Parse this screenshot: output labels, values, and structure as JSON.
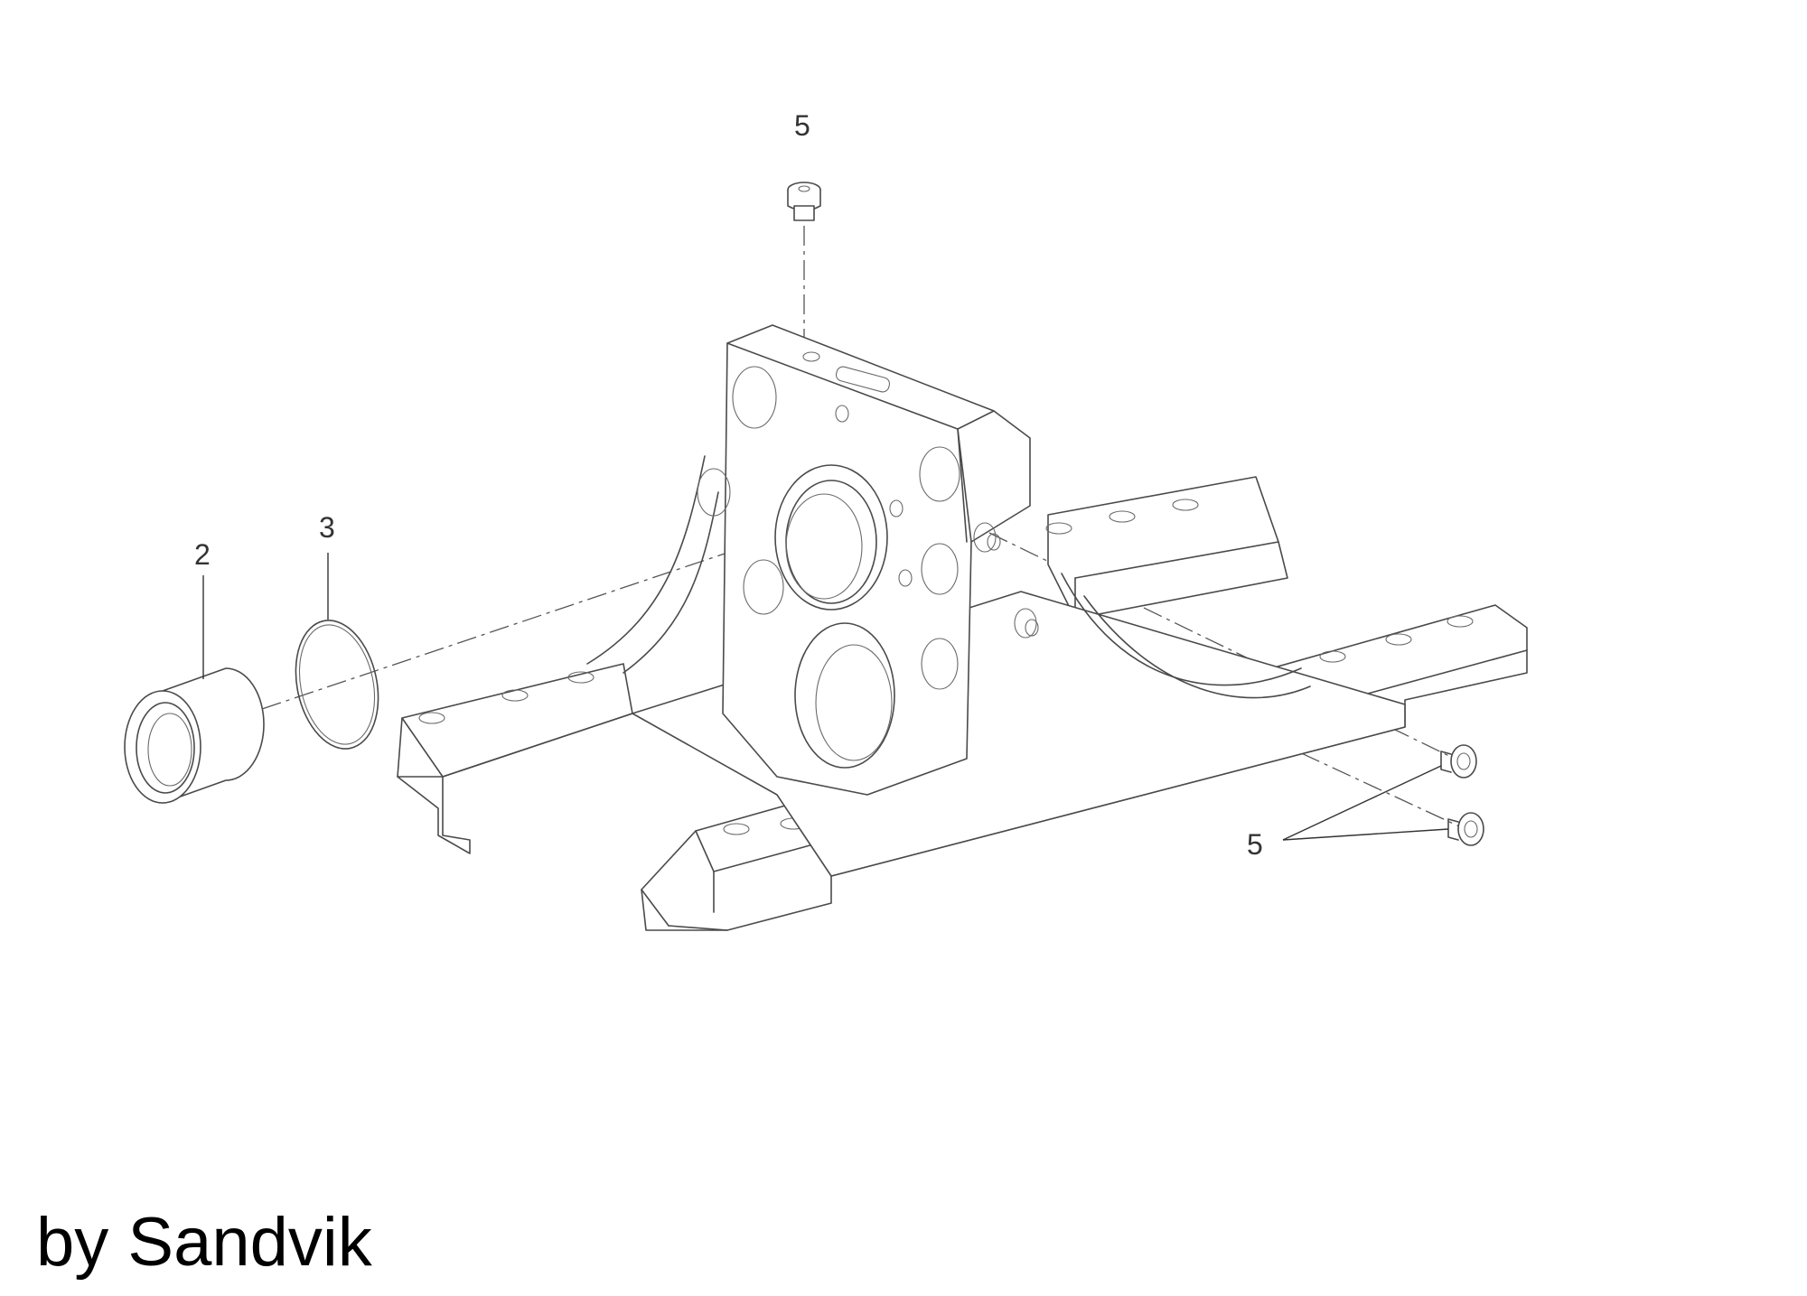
{
  "diagram": {
    "callouts": [
      {
        "id": "callout-5-top",
        "label": "5"
      },
      {
        "id": "callout-2",
        "label": "2"
      },
      {
        "id": "callout-3",
        "label": "3"
      },
      {
        "id": "callout-5-right",
        "label": "5"
      }
    ],
    "parts": [
      {
        "number": "2",
        "icon": "bushing-icon"
      },
      {
        "number": "3",
        "icon": "o-ring-icon"
      },
      {
        "number": "5",
        "icon": "plug-screw-icon"
      }
    ]
  },
  "credit": "by Sandvik",
  "colors": {
    "line": "#4a4a4a",
    "text": "#333333",
    "background": "#ffffff"
  }
}
